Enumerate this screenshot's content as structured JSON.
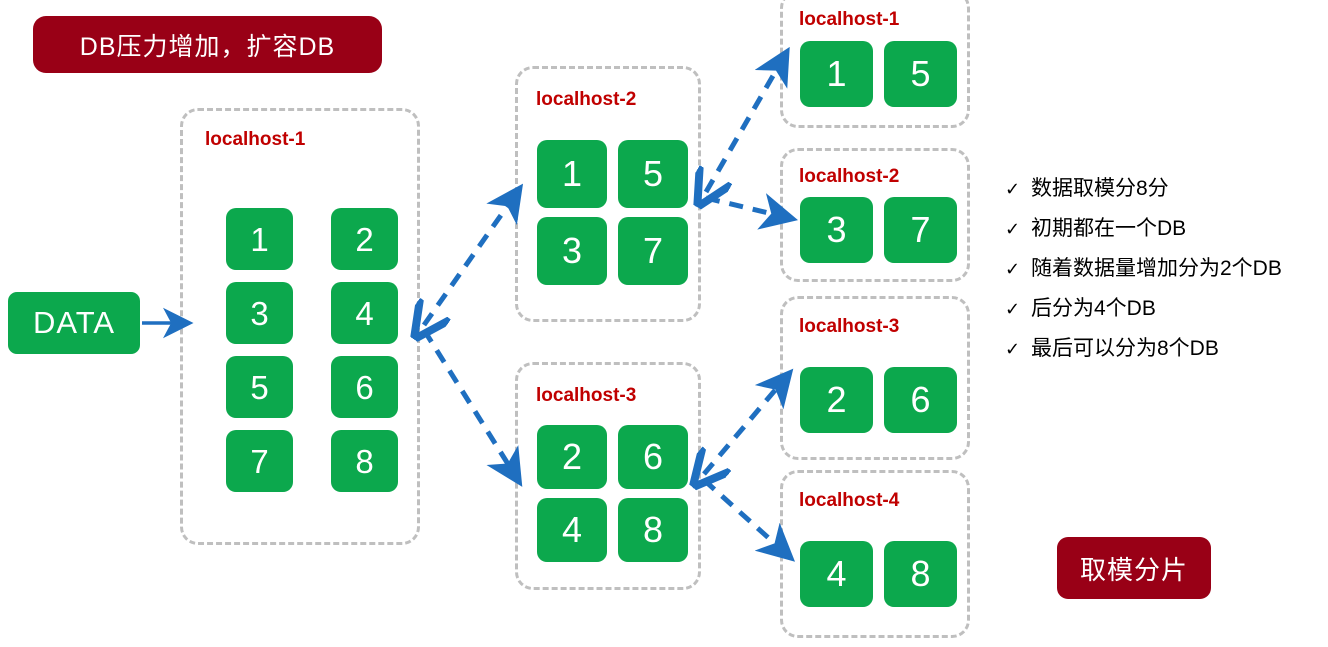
{
  "title_banner": {
    "text": "DB压力增加，扩容DB",
    "color": "#990016"
  },
  "modulo_banner": {
    "text": "取模分片",
    "color": "#990016"
  },
  "data_source": {
    "label": "DATA",
    "color": "#0CA84D"
  },
  "colors": {
    "tile_green": "#0CA84D",
    "host_border": "#BFBFBF",
    "host_label_red": "#C00000",
    "arrow_blue": "#1F6FC0",
    "solid_arrow_blue": "#1F6FC0"
  },
  "stage1": {
    "hosts": [
      {
        "label": "localhost-1",
        "tiles": [
          "1",
          "2",
          "3",
          "4",
          "5",
          "6",
          "7",
          "8"
        ]
      }
    ]
  },
  "stage2": {
    "hosts": [
      {
        "label": "localhost-2",
        "tiles": [
          "1",
          "5",
          "3",
          "7"
        ]
      },
      {
        "label": "localhost-3",
        "tiles": [
          "2",
          "6",
          "4",
          "8"
        ]
      }
    ]
  },
  "stage3": {
    "hosts": [
      {
        "label": "localhost-1",
        "tiles": [
          "1",
          "5"
        ]
      },
      {
        "label": "localhost-2",
        "tiles": [
          "3",
          "7"
        ]
      },
      {
        "label": "localhost-3",
        "tiles": [
          "2",
          "6"
        ]
      },
      {
        "label": "localhost-4",
        "tiles": [
          "4",
          "8"
        ]
      }
    ]
  },
  "notes": {
    "check_glyph": "✓",
    "items": [
      "数据取模分8分",
      "初期都在一个DB",
      "随着数据量增加分为2个DB",
      "后分为4个DB",
      "最后可以分为8个DB"
    ]
  }
}
